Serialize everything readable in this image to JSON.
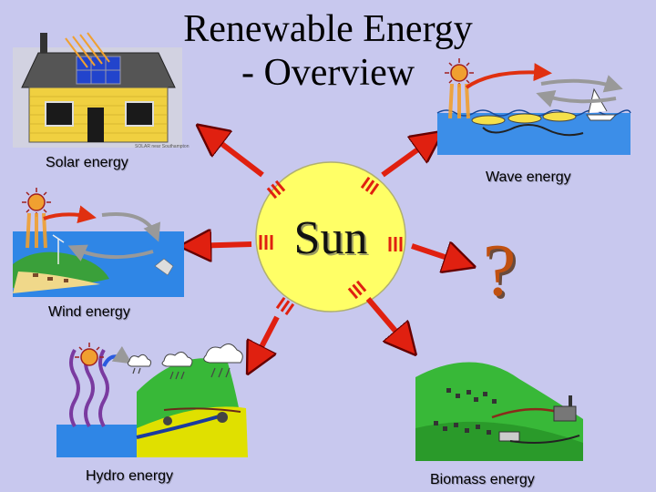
{
  "title_line1": "Renewable Energy",
  "title_line2": "- Overview",
  "center_label": "Sun",
  "unknown_label": "?",
  "solar_caption": "SOLAR near Southampton",
  "sources": {
    "solar": "Solar energy",
    "wave": "Wave energy",
    "wind": "Wind energy",
    "hydro": "Hydro energy",
    "biomass": "Biomass energy"
  },
  "colors": {
    "background": "#c8c8ee",
    "sun": "#ffff66",
    "arrow": "#e02010",
    "sea": "#3c8ee8",
    "grass": "#38b838",
    "brick": "#f0d040"
  }
}
